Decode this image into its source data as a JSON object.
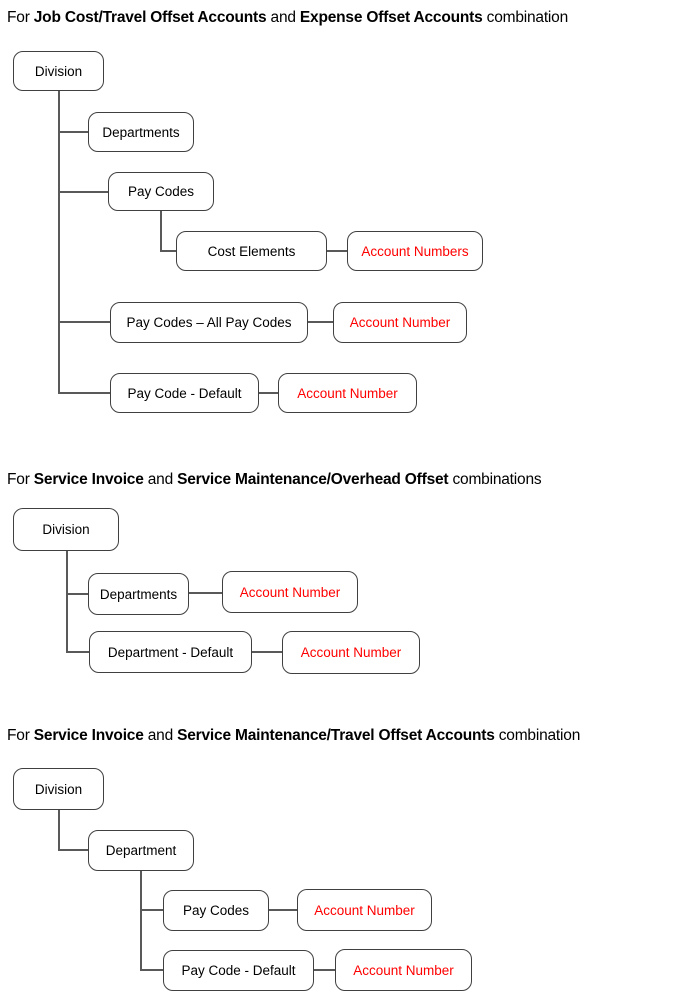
{
  "palette": {
    "node_text_color": "#000000",
    "account_text_color": "#FF0000",
    "node_border_color": "#404040",
    "connector_color": "#595959"
  },
  "sections": [
    {
      "heading": {
        "pre": "For ",
        "bold1": "Job Cost/Travel Offset Accounts",
        "mid": " and ",
        "bold2": "Expense Offset Accounts",
        "post": " combination"
      },
      "nodes": {
        "division": "Division",
        "departments": "Departments",
        "pay_codes": "Pay Codes",
        "cost_elements": "Cost Elements",
        "account_numbers": "Account Numbers",
        "all_pay_codes": "Pay Codes – All Pay Codes",
        "account_number_all": "Account Number",
        "pay_code_default": "Pay Code - Default",
        "account_number_default": "Account Number"
      }
    },
    {
      "heading": {
        "pre": "For ",
        "bold1": "Service Invoice",
        "mid": " and ",
        "bold2": "Service Maintenance/Overhead Offset",
        "post": " combinations"
      },
      "nodes": {
        "division": "Division",
        "departments": "Departments",
        "account_number_departments": "Account Number",
        "department_default": "Department - Default",
        "account_number_default": "Account Number"
      }
    },
    {
      "heading": {
        "pre": "For ",
        "bold1": "Service Invoice",
        "mid": " and ",
        "bold2": "Service Maintenance/Travel Offset Accounts",
        "post": " combination"
      },
      "nodes": {
        "division": "Division",
        "department": "Department",
        "pay_codes": "Pay Codes",
        "account_number_pay_codes": "Account Number",
        "pay_code_default": "Pay Code - Default",
        "account_number_default": "Account Number"
      }
    }
  ]
}
